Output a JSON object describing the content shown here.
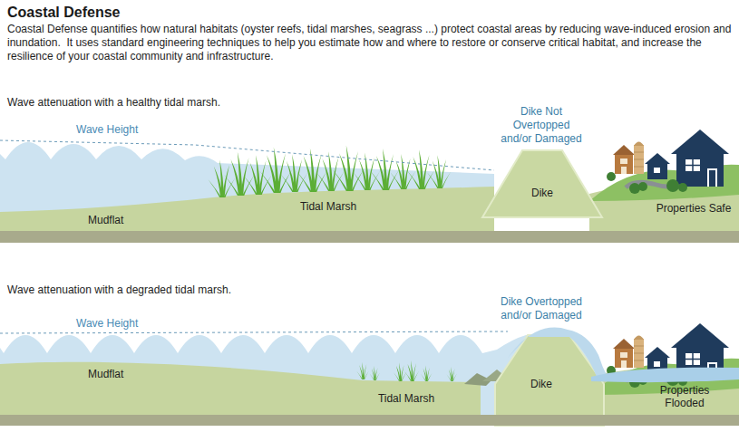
{
  "diagram": {
    "title": "Coastal Defense",
    "labels": [
      "Coastal Defense quantifies how natural habitats (oyster reefs, tidal marshes, seagrass ...) protect coastal areas by reducing wave-induced erosion and inundation.  It uses standard engineering techniques to help you estimate how and where to restore or conserve critical habitat, and increase the resilience of your coastal community and infrastructure.",
      "Wave attenuation with a healthy tidal marsh.",
      "Wave Height",
      "Dike Not Overtopped and/or Damaged",
      "Mudflat",
      "Tidal Marsh",
      "Dike",
      "Properties Safe",
      "Wave attenuation with a degraded tidal marsh.",
      "Wave Height",
      "Dike Overtopped and/or Damaged",
      "Mudflat",
      "Tidal Marsh",
      "Dike",
      "Properties Flooded"
    ]
  }
}
